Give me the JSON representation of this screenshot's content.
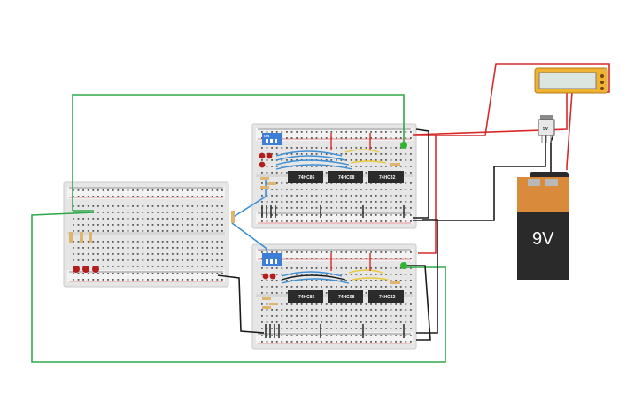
{
  "circuit": {
    "battery": {
      "label": "9V"
    },
    "regulator": {
      "label": "5V"
    },
    "dip_switch_label": "ON",
    "boards": [
      {
        "id": "left"
      },
      {
        "id": "top-right",
        "chips": [
          "74HC86",
          "74HC08",
          "74HC32"
        ]
      },
      {
        "id": "bottom-right",
        "chips": [
          "74HC86",
          "74HC08",
          "74HC32"
        ]
      }
    ]
  },
  "colors": {
    "wire_green": "#2ea84a",
    "wire_red": "#d82a2a",
    "wire_black": "#1c1c1c",
    "wire_blue": "#3d8fd6",
    "wire_yellow": "#e8c93a",
    "chip": "#2b2b2b",
    "breadboard": "#eaeaea",
    "battery_top": "#d98a3a",
    "battery_body": "#2a2a2a",
    "multimeter": "#f0b233",
    "led_green": "#2fb52f",
    "led_red": "#b51c1c",
    "resistor": "#dfb56e",
    "dip_switch": "#3d7fd6"
  }
}
